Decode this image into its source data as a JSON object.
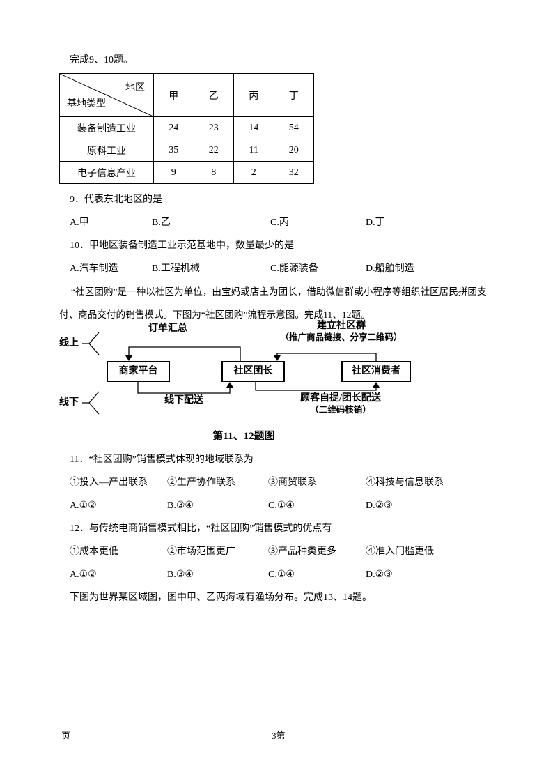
{
  "intro": "完成9、10题。",
  "table": {
    "corner_top": "地区",
    "corner_bottom": "基地类型",
    "columns": [
      "甲",
      "乙",
      "丙",
      "丁"
    ],
    "rows": [
      {
        "label": "装备制造工业",
        "values": [
          "24",
          "23",
          "14",
          "54"
        ]
      },
      {
        "label": "原料工业",
        "values": [
          "35",
          "22",
          "11",
          "20"
        ]
      },
      {
        "label": "电子信息产业",
        "values": [
          "9",
          "8",
          "2",
          "32"
        ]
      }
    ]
  },
  "q9": {
    "stem": "9．代表东北地区的是",
    "options": [
      "A.甲",
      "B.乙",
      "C.丙",
      "D.丁"
    ]
  },
  "q10": {
    "stem": "10．甲地区装备制造工业示范基地中，数量最少的是",
    "options": [
      "A.汽车制造",
      "B.工程机械",
      "C.能源装备",
      "D.船舶制造"
    ]
  },
  "passage": "“社区团购”是一种以社区为单位，由宝妈或店主为团长，借助微信群或小程序等组织社区居民拼团支付、商品交付的销售模式。下图为“社区团购”流程示意图。完成11、12题。",
  "diagram": {
    "online": "线上",
    "offline": "线下",
    "box_platform": "商家平台",
    "box_leader": "社区团长",
    "box_consumer": "社区消费者",
    "label_order": "订单汇总",
    "label_group_1": "建立社区群",
    "label_group_2": "（推广商品链接、分享二维码）",
    "label_delivery": "线下配送",
    "label_pickup_1": "顾客自提/团长配送",
    "label_pickup_2": "（二维码核销）",
    "caption": "第11、12题图"
  },
  "q11": {
    "stem": "11．“社区团购”销售模式体现的地域联系为",
    "items": [
      "①投入—产出联系",
      "②生产协作联系",
      "③商贸联系",
      "④科技与信息联系"
    ],
    "options": [
      "A.①②",
      "B.③④",
      "C.①④",
      "D.②③"
    ]
  },
  "q12": {
    "stem": "12．与传统电商销售模式相比，“社区团购”销售模式的优点有",
    "items": [
      "①成本更低",
      "②市场范围更广",
      "③产品种类更多",
      "④准入门槛更低"
    ],
    "options": [
      "A.①②",
      "B.③④",
      "C.①④",
      "D.②③"
    ]
  },
  "closing": "下图为世界某区域图，图中甲、乙两海域有渔场分布。完成13、14题。",
  "footer": {
    "left": "页",
    "center": "3第"
  }
}
